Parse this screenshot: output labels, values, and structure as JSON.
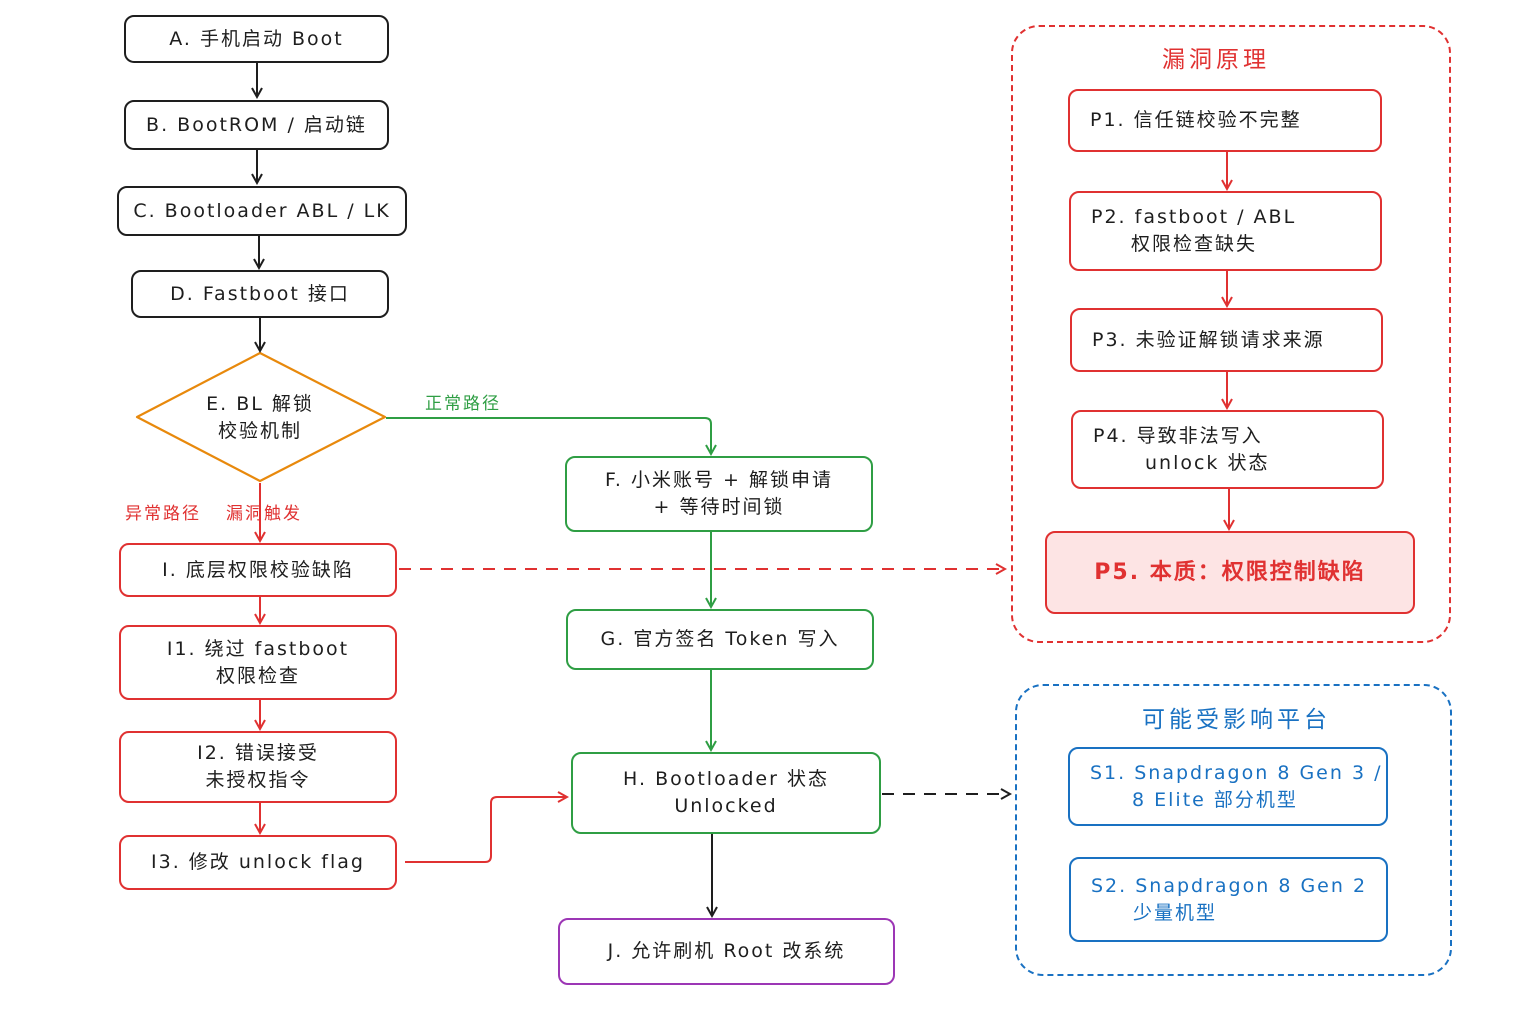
{
  "colors": {
    "black": "#1e1e1e",
    "red": "#e03131",
    "green": "#2f9e44",
    "orange": "#e8890c",
    "purple": "#9c36b5",
    "blue": "#1971c2",
    "p5_fill": "#fde4e4"
  },
  "nodes": {
    "A": {
      "text": "A. 手机启动 Boot"
    },
    "B": {
      "text": "B. BootROM / 启动链"
    },
    "C": {
      "text": "C. Bootloader ABL / LK"
    },
    "D": {
      "text": "D. Fastboot 接口"
    },
    "E": {
      "line1": "E. BL 解锁",
      "line2": "校验机制"
    },
    "F": {
      "line1": "F. 小米账号 + 解锁申请",
      "line2": "+ 等待时间锁"
    },
    "G": {
      "text": "G. 官方签名 Token 写入"
    },
    "H": {
      "line1": "H. Bootloader 状态",
      "line2": "Unlocked"
    },
    "I": {
      "text": "I. 底层权限校验缺陷"
    },
    "I1": {
      "line1": "I1. 绕过 fastboot",
      "line2": "权限检查"
    },
    "I2": {
      "line1": "I2. 错误接受",
      "line2": "未授权指令"
    },
    "I3": {
      "text": "I3. 修改 unlock flag"
    },
    "J": {
      "text": "J. 允许刷机 Root 改系统"
    }
  },
  "edge_labels": {
    "normal_path": "正常路径",
    "abnormal_path": "异常路径",
    "vuln_trigger": "漏洞触发"
  },
  "principle_group": {
    "title": "漏洞原理",
    "items": [
      {
        "line1": "P1. 信任链校验不完整"
      },
      {
        "line1": "P2. fastboot / ABL",
        "line2": "权限检查缺失"
      },
      {
        "line1": "P3. 未验证解锁请求来源"
      },
      {
        "line1": "P4. 导致非法写入",
        "line2": "unlock 状态"
      },
      {
        "line1": "P5. 本质：权限控制缺陷"
      }
    ]
  },
  "platform_group": {
    "title": "可能受影响平台",
    "items": [
      {
        "line1": "S1. Snapdragon 8 Gen 3 /",
        "line2": "8 Elite 部分机型"
      },
      {
        "line1": "S2. Snapdragon 8 Gen 2",
        "line2": "少量机型"
      }
    ]
  }
}
